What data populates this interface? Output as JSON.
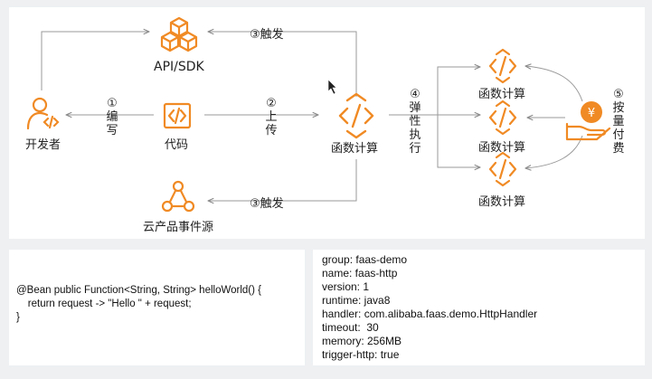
{
  "diagram": {
    "api_sdk": "API/SDK",
    "developer": "开发者",
    "code": "代码",
    "fc_main": "函数计算",
    "cloud_event": "云产品事件源",
    "fc_1": "函数计算",
    "fc_2": "函数计算",
    "fc_3": "函数计算",
    "step1_num": "①",
    "step1_text": "编写",
    "step2_num": "②",
    "step2_text": "上传",
    "step3_top": "③触发",
    "step3_bottom": "③触发",
    "step4_num": "④",
    "step4_text": "弹性执行",
    "step5_num": "⑤",
    "step5_text": "按量付费",
    "accent_color": "#f08a24",
    "line_color": "#999999"
  },
  "code": {
    "line1": "@Bean public Function<String, String> helloWorld() {",
    "line2": "    return request -> \"Hello \" + request;",
    "line3": "}"
  },
  "config": {
    "lines": [
      "group: faas-demo",
      "name: faas-http",
      "version: 1",
      "runtime: java8",
      "handler: com.alibaba.faas.demo.HttpHandler",
      "timeout:  30",
      "memory: 256MB",
      "trigger-http: true"
    ]
  }
}
